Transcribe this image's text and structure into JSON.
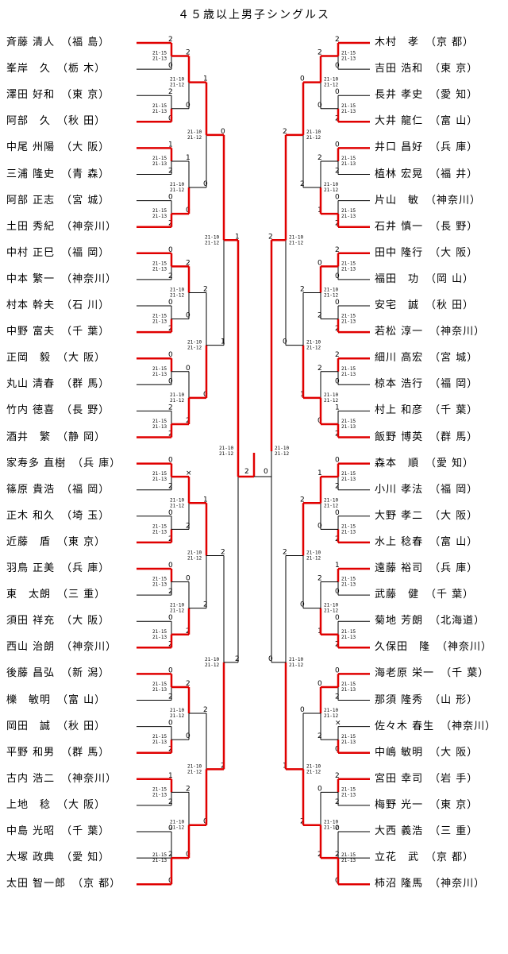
{
  "title": "４５歳以上男子シングルス",
  "left_players": [
    {
      "name": "斉藤 清人",
      "pref": "（福 島）"
    },
    {
      "name": "峯岸　久",
      "pref": "（栃 木）"
    },
    {
      "name": "澤田 好和",
      "pref": "（東 京）"
    },
    {
      "name": "阿部　久",
      "pref": "（秋 田）"
    },
    {
      "name": "中尾 州陽",
      "pref": "（大 阪）"
    },
    {
      "name": "三浦 隆史",
      "pref": "（青 森）"
    },
    {
      "name": "阿部 正志",
      "pref": "（宮 城）"
    },
    {
      "name": "土田 秀紀",
      "pref": "（神奈川）"
    },
    {
      "name": "中村 正巳",
      "pref": "（福 岡）"
    },
    {
      "name": "中本 繁一",
      "pref": "（神奈川）"
    },
    {
      "name": "村本 幹夫",
      "pref": "（石 川）"
    },
    {
      "name": "中野 富夫",
      "pref": "（千 葉）"
    },
    {
      "name": "正岡　毅",
      "pref": "（大 阪）"
    },
    {
      "name": "丸山 清春",
      "pref": "（群 馬）"
    },
    {
      "name": "竹内 徳喜",
      "pref": "（長 野）"
    },
    {
      "name": "酒井　繁",
      "pref": "（静 岡）"
    },
    {
      "name": "家寿多 直樹",
      "pref": "（兵 庫）"
    },
    {
      "name": "篠原 貴浩",
      "pref": "（福 岡）"
    },
    {
      "name": "正木 和久",
      "pref": "（埼 玉）"
    },
    {
      "name": "近藤　盾",
      "pref": "（東 京）"
    },
    {
      "name": "羽鳥 正美",
      "pref": "（兵 庫）"
    },
    {
      "name": "東　太朗",
      "pref": "（三 重）"
    },
    {
      "name": "須田 祥充",
      "pref": "（大 阪）"
    },
    {
      "name": "西山 治朗",
      "pref": "（神奈川）"
    },
    {
      "name": "後藤 昌弘",
      "pref": "（新 潟）"
    },
    {
      "name": "櫟　敏明",
      "pref": "（富 山）"
    },
    {
      "name": "岡田　誠",
      "pref": "（秋 田）"
    },
    {
      "name": "平野 和男",
      "pref": "（群 馬）"
    },
    {
      "name": "古内 浩二",
      "pref": "（神奈川）"
    },
    {
      "name": "上地　稔",
      "pref": "（大 阪）"
    },
    {
      "name": "中島 光昭",
      "pref": "（千 葉）"
    },
    {
      "name": "大塚 政典",
      "pref": "（愛 知）"
    },
    {
      "name": "太田 智一郎",
      "pref": "（京 都）"
    }
  ],
  "right_players": [
    {
      "name": "木村　孝",
      "pref": "（京 都）"
    },
    {
      "name": "吉田 浩和",
      "pref": "（東 京）"
    },
    {
      "name": "長井 孝史",
      "pref": "（愛 知）"
    },
    {
      "name": "大井 龍仁",
      "pref": "（富 山）"
    },
    {
      "name": "井口 昌好",
      "pref": "（兵 庫）"
    },
    {
      "name": "植林 宏晃",
      "pref": "（福 井）"
    },
    {
      "name": "片山　敏",
      "pref": "（神奈川）"
    },
    {
      "name": "石井 慎一",
      "pref": "（長 野）"
    },
    {
      "name": "田中 隆行",
      "pref": "（大 阪）"
    },
    {
      "name": "福田　功",
      "pref": "（岡 山）"
    },
    {
      "name": "安宅　誠",
      "pref": "（秋 田）"
    },
    {
      "name": "若松 淳一",
      "pref": "（神奈川）"
    },
    {
      "name": "細川 高宏",
      "pref": "（宮 城）"
    },
    {
      "name": "椋本 浩行",
      "pref": "（福 岡）"
    },
    {
      "name": "村上 和彦",
      "pref": "（千 葉）"
    },
    {
      "name": "飯野 博英",
      "pref": "（群 馬）"
    },
    {
      "name": "森本　順",
      "pref": "（愛 知）"
    },
    {
      "name": "小川 孝法",
      "pref": "（福 岡）"
    },
    {
      "name": "大野 孝二",
      "pref": "（大 阪）"
    },
    {
      "name": "水上 稔春",
      "pref": "（富 山）"
    },
    {
      "name": "遠藤 裕司",
      "pref": "（兵 庫）"
    },
    {
      "name": "武藤　健",
      "pref": "（千 葉）"
    },
    {
      "name": "菊地 芳朗",
      "pref": "（北海道）"
    },
    {
      "name": "久保田　隆",
      "pref": "（神奈川）"
    },
    {
      "name": "海老原 栄一",
      "pref": "（千 葉）"
    },
    {
      "name": "那須 隆秀",
      "pref": "（山 形）"
    },
    {
      "name": "佐々木 春生",
      "pref": "（神奈川）"
    },
    {
      "name": "中嶋 敏明",
      "pref": "（大 阪）"
    },
    {
      "name": "宮田 幸司",
      "pref": "（岩 手）"
    },
    {
      "name": "梅野 光一",
      "pref": "（東 京）"
    },
    {
      "name": "大西 義浩",
      "pref": "（三 重）"
    },
    {
      "name": "立花　武",
      "pref": "（京 都）"
    },
    {
      "name": "柿沼 隆馬",
      "pref": "（神奈川）"
    }
  ],
  "left_first_round_scores": [
    "2",
    "0",
    "2",
    "0",
    "1",
    "2",
    "0",
    "2",
    "0",
    "2",
    "0",
    "2",
    "0",
    "0",
    "2",
    "2",
    "0",
    "2",
    "0",
    "2",
    "0",
    "2",
    "0",
    "2",
    "0",
    "2",
    "0",
    "2",
    "1",
    "2",
    "0",
    "2",
    "0",
    "2",
    "0",
    "2",
    "0",
    "2",
    "0"
  ],
  "left_r2_scores": [
    "2",
    "0",
    "1",
    "0",
    "2",
    "0",
    "0",
    "2",
    "×",
    "2",
    "0",
    "2",
    "2",
    "0",
    "2",
    "0"
  ],
  "left_r3_scores": [
    "1",
    "0",
    "2",
    "0",
    "1",
    "2",
    "2",
    "0"
  ],
  "left_r4_scores": [
    "0",
    "1",
    "2",
    "2"
  ],
  "left_sf_scores": [
    "1",
    "2"
  ],
  "final_scores": [
    "2",
    "0"
  ],
  "right_first_round_scores": [
    "2",
    "0",
    "0",
    "2",
    "0",
    "2",
    "0",
    "2",
    "2",
    "0",
    "0",
    "2",
    "2",
    "0",
    "1",
    "2",
    "0",
    "2",
    "0",
    "2",
    "1",
    "0",
    "0",
    "2",
    "0",
    "2",
    "×",
    "0",
    "2",
    "2",
    "0",
    "2",
    "0",
    "2",
    "2",
    "0",
    "0",
    "2",
    "1"
  ],
  "right_r2_scores": [
    "2",
    "0",
    "2",
    "1",
    "0",
    "2",
    "2",
    "0",
    "1",
    "0",
    "2",
    "1",
    "0",
    "2",
    "0",
    "2"
  ],
  "right_r3_scores": [
    "0",
    "2",
    "2",
    "1",
    "2",
    "0",
    "0",
    "2"
  ],
  "right_r4_scores": [
    "2",
    "0",
    "2",
    "1"
  ],
  "right_sf_scores": [
    "2",
    "0"
  ],
  "colors": {
    "win_line": "#e00000",
    "lose_line": "#000000",
    "text": "#000000"
  }
}
